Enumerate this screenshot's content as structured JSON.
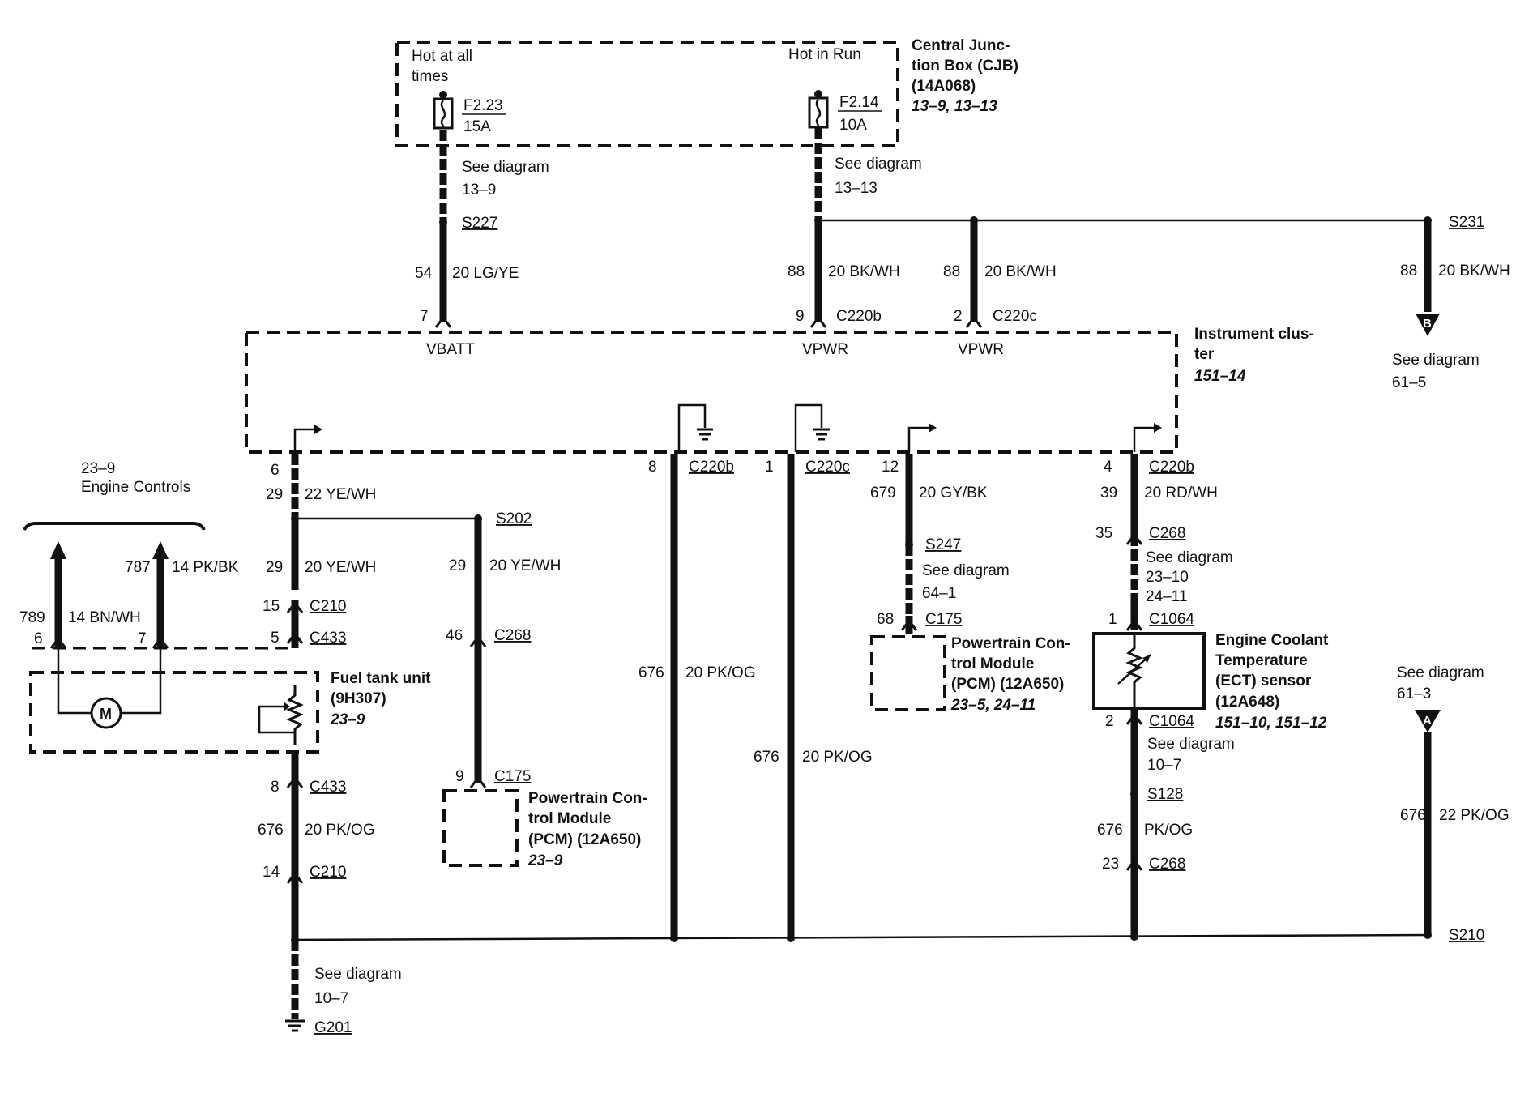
{
  "cjb": {
    "hot_all_1": "Hot at all",
    "hot_all_2": "times",
    "hot_run": "Hot in Run",
    "fuse_a_id": "F2.23",
    "fuse_a_amp": "15A",
    "fuse_b_id": "F2.14",
    "fuse_b_amp": "10A",
    "title_1": "Central Junc-",
    "title_2": "tion Box (CJB)",
    "title_3": "(14A068)",
    "ref": "13–9, 13–13"
  },
  "cjb_wires": {
    "see_a_1": "See diagram",
    "see_a_2": "13–9",
    "splice_a": "S227",
    "circuit_a": "54",
    "gauge_a": "20 LG/YE",
    "see_b_1": "See diagram",
    "see_b_2": "13–13",
    "circuit_b": "88",
    "gauge_b": "20 BK/WH",
    "circuit_c": "88",
    "gauge_c": "20 BK/WH",
    "splice_s231": "S231",
    "circuit_d": "88",
    "gauge_d": "20 BK/WH",
    "conn_b_letter": "B",
    "see_d_1": "See diagram",
    "see_d_2": "61–5"
  },
  "cluster": {
    "pin_vbatt": "7",
    "pin_vpwr_1": "9",
    "conn_vpwr_1": "C220b",
    "pin_vpwr_2": "2",
    "conn_vpwr_2": "C220c",
    "label_vbatt": "VBATT",
    "label_vpwr_1": "VPWR",
    "label_vpwr_2": "VPWR",
    "title_1": "Instrument clus-",
    "title_2": "ter",
    "ref": "151–14"
  },
  "fuel_path": {
    "pin_top": "6",
    "circuit_1": "29",
    "gauge_1": "22 YE/WH",
    "circuit_2": "29",
    "gauge_2": "20 YE/WH",
    "pin_c210": "15",
    "conn_c210": "C210",
    "pin_c433": "5",
    "conn_c433": "C433",
    "pin_c433_b": "8",
    "conn_c433_b": "C433",
    "circuit_3": "676",
    "gauge_3": "20 PK/OG",
    "pin_c210_b": "14",
    "conn_c210_b": "C210",
    "see_1": "See diagram",
    "see_2": "10–7",
    "ground": "G201"
  },
  "engine_controls": {
    "ref": "23–9",
    "title": "Engine Controls",
    "circuit_a": "787",
    "gauge_a": "14 PK/BK",
    "circuit_b": "789",
    "gauge_b": "14 BN/WH",
    "pin_b": "6",
    "pin_a": "7"
  },
  "fuel_tank": {
    "title_1": "Fuel tank unit",
    "title_2": "(9H307)",
    "ref": "23–9",
    "motor": "M"
  },
  "pcm_left": {
    "splice": "S202",
    "circuit_1": "29",
    "gauge_1": "20 YE/WH",
    "pin_c268": "46",
    "conn_c268": "C268",
    "pin_c175": "9",
    "conn_c175": "C175",
    "title_1": "Powertrain Con-",
    "title_2": "trol Module",
    "title_3": "(PCM) (12A650)",
    "ref": "23–9"
  },
  "mid_wires": {
    "pin_a": "8",
    "conn_a": "C220b",
    "circuit_a": "676",
    "gauge_a": "20 PK/OG",
    "pin_b": "1",
    "conn_b": "C220c",
    "circuit_b": "676",
    "gauge_b": "20 PK/OG"
  },
  "pcm_right": {
    "pin_top": "12",
    "circuit": "679",
    "gauge": "20 GY/BK",
    "splice": "S247",
    "see_1": "See diagram",
    "see_2": "64–1",
    "pin_c175": "68",
    "conn_c175": "C175",
    "title_1": "Powertrain Con-",
    "title_2": "trol Module",
    "title_3": "(PCM) (12A650)",
    "ref": "23–5, 24–11"
  },
  "ect": {
    "pin_top": "4",
    "conn_top": "C220b",
    "circuit_1": "39",
    "gauge_1": "20 RD/WH",
    "pin_c268": "35",
    "conn_c268": "C268",
    "see_a_1": "See diagram",
    "see_a_2": "23–10",
    "see_a_3": "24–11",
    "pin_c1064": "1",
    "conn_c1064": "C1064",
    "title_1": "Engine Coolant",
    "title_2": "Temperature",
    "title_3": "(ECT) sensor",
    "title_4": "(12A648)",
    "ref": "151–10, 151–12",
    "pin_c1064_b": "2",
    "conn_c1064_b": "C1064",
    "see_b_1": "See diagram",
    "see_b_2": "10–7",
    "splice": "S128",
    "circuit_2": "676",
    "gauge_2": "PK/OG",
    "pin_c268_b": "23",
    "conn_c268_b": "C268"
  },
  "right_feed": {
    "see_1": "See diagram",
    "see_2": "61–3",
    "conn_letter": "A",
    "circuit": "676",
    "gauge": "22 PK/OG",
    "splice": "S210"
  }
}
